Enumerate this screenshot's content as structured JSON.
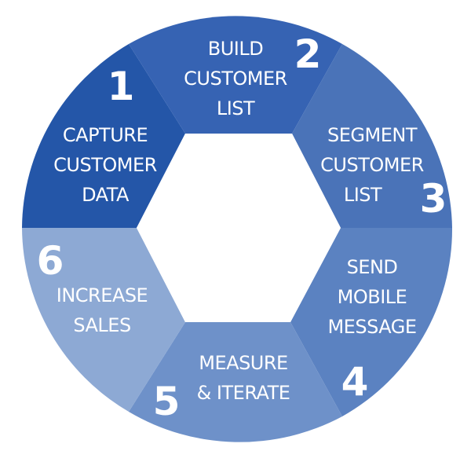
{
  "cycle": {
    "colors": {
      "background": "#ffffff",
      "text": "#ffffff"
    },
    "steps": [
      {
        "number": "1",
        "lines": [
          "CAPTURE",
          "CUSTOMER",
          "DATA"
        ],
        "color": "#2456a8"
      },
      {
        "number": "2",
        "lines": [
          "BUILD",
          "CUSTOMER",
          "LIST"
        ],
        "color": "#3663b3"
      },
      {
        "number": "3",
        "lines": [
          "SEGMENT",
          "CUSTOMER",
          "LIST"
        ],
        "color": "#4a73b8"
      },
      {
        "number": "4",
        "lines": [
          "SEND",
          "MOBILE",
          "MESSAGE"
        ],
        "color": "#5b82c1"
      },
      {
        "number": "5",
        "lines": [
          "MEASURE",
          "& ITERATE"
        ],
        "color": "#6e91c9"
      },
      {
        "number": "6",
        "lines": [
          "INCREASE",
          "SALES"
        ],
        "color": "#8da9d4"
      }
    ]
  }
}
